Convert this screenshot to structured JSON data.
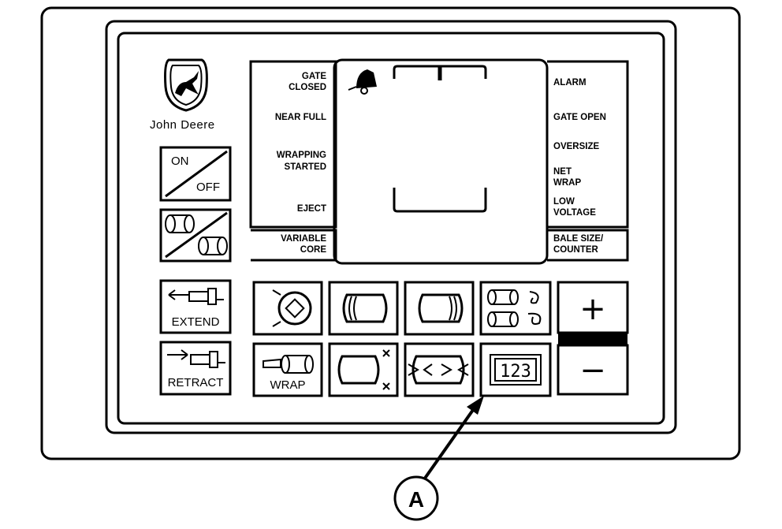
{
  "brand": {
    "name": "John Deere"
  },
  "labels_left": {
    "gate_closed_1": "GATE",
    "gate_closed_2": "CLOSED",
    "near_full": "NEAR FULL",
    "wrapping_started_1": "WRAPPING",
    "wrapping_started_2": "STARTED",
    "eject": "EJECT",
    "variable_core_1": "VARIABLE",
    "variable_core_2": "CORE"
  },
  "labels_right": {
    "alarm": "ALARM",
    "gate_open": "GATE OPEN",
    "oversize": "OVERSIZE",
    "net_wrap_1": "NET",
    "net_wrap_2": "WRAP",
    "low_voltage_1": "LOW",
    "low_voltage_2": "VOLTAGE",
    "bale_size_1": "BALE SIZE/",
    "bale_size_2": "COUNTER"
  },
  "buttons": {
    "on_label": "ON",
    "off_label": "OFF",
    "extend_label": "EXTEND",
    "retract_label": "RETRACT",
    "wrap_label": "WRAP",
    "plus_label": "+",
    "minus_label": "−",
    "counter_digits": "123"
  },
  "callout": {
    "label": "A"
  }
}
